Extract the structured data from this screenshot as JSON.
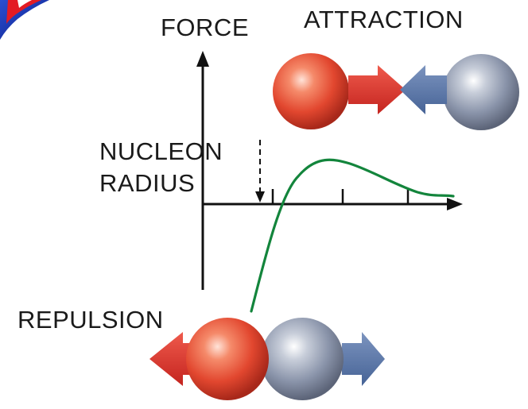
{
  "labels": {
    "force": "FORCE",
    "attraction": "ATTRACTION",
    "nucleon_line1": "NUCLEON",
    "nucleon_line2": "RADIUS",
    "repulsion": "REPULSION"
  },
  "colors": {
    "proton": "#e0402a",
    "neutron": "#8e98ae",
    "red_arrow": "#d8302c",
    "blue_arrow": "#5a78a8",
    "curve": "#13853c",
    "axis": "#111111"
  },
  "icons": [
    "logo-fragment-icon"
  ]
}
